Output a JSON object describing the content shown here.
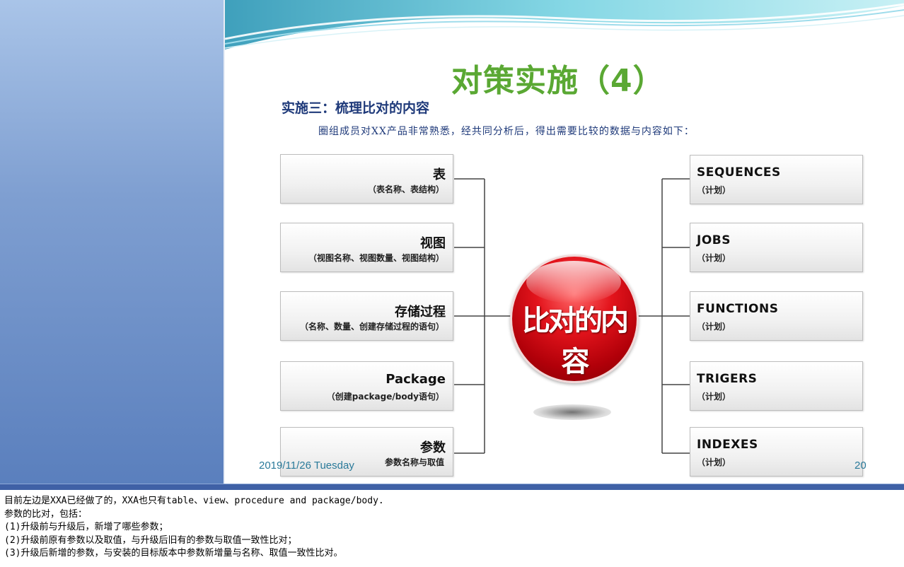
{
  "slide": {
    "title": "对策实施（4）",
    "subtitle": "实施三：梳理比对的内容",
    "intro": "圈组成员对XX产品非常熟悉，经共同分析后，得出需要比较的数据与内容如下：",
    "center_label": "比对的内容",
    "left_items": [
      {
        "title": "表",
        "sub": "（表名称、表结构）"
      },
      {
        "title": "视图",
        "sub": "（视图名称、视图数量、视图结构）"
      },
      {
        "title": "存储过程",
        "sub": "（名称、数量、创建存储过程的语句）"
      },
      {
        "title": "Package",
        "sub": "（创建package/body语句）"
      },
      {
        "title": "参数",
        "sub": "参数名称与取值"
      }
    ],
    "right_items": [
      {
        "title": "SEQUENCES",
        "sub": "（计划）"
      },
      {
        "title": "JOBS",
        "sub": "（计划）"
      },
      {
        "title": "FUNCTIONS",
        "sub": "（计划）"
      },
      {
        "title": "TRIGERS",
        "sub": "（计划）"
      },
      {
        "title": "INDEXES",
        "sub": "（计划）"
      }
    ],
    "footer_date": "2019/11/26 Tuesday",
    "page_number": "20"
  },
  "notes": [
    "目前左边是XXA已经做了的，XXA也只有table、view、procedure and package/body.",
    "参数的比对，包括：",
    "(1)升级前与升级后，新增了哪些参数；",
    "(2)升级前原有参数以及取值，与升级后旧有的参数与取值一致性比对；",
    "(3)升级后新增的参数，与安装的目标版本中参数新增量与名称、取值一致性比对。"
  ],
  "colors": {
    "title": "#5aa833",
    "subtitle": "#1f3a7a",
    "ball": "#e3141c",
    "left_panel": "#7f9fd1"
  }
}
